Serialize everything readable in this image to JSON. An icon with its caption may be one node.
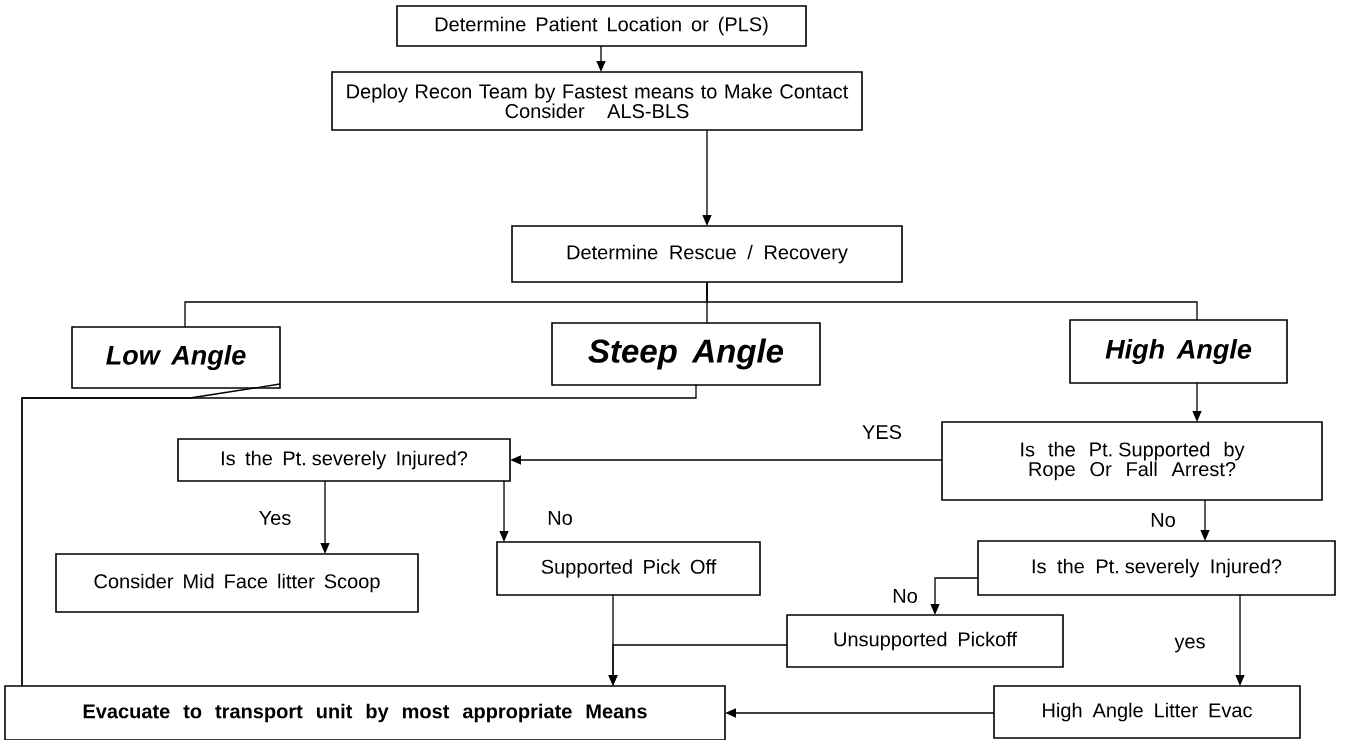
{
  "diagram": {
    "nodes": [
      {
        "text": [
          "Determine Patient Location or (PLS)"
        ]
      },
      {
        "text": [
          "Deploy Recon Team by Fastest means to Make Contact",
          "Consider ALS-BLS"
        ]
      },
      {
        "text": [
          "Determine Rescue / Recovery"
        ]
      },
      {
        "text": [
          "Low Angle"
        ]
      },
      {
        "text": [
          "Steep Angle"
        ]
      },
      {
        "text": [
          "High Angle"
        ]
      },
      {
        "text": [
          "Is the Pt. severely Injured?"
        ]
      },
      {
        "text": [
          "Is the Pt. Supported by Rope Or Fall Arrest?"
        ]
      },
      {
        "text": [
          "Consider Mid Face litter Scoop"
        ]
      },
      {
        "text": [
          "Supported Pick Off"
        ]
      },
      {
        "text": [
          "Is the Pt. severely Injured?"
        ]
      },
      {
        "text": [
          "Unsupported Pickoff"
        ]
      },
      {
        "text": [
          "Evacuate to transport unit by most appropriate Means"
        ]
      },
      {
        "text": [
          "High Angle Litter Evac"
        ]
      }
    ],
    "edges": [
      {
        "from": 0,
        "to": 1,
        "arrow": "to"
      },
      {
        "from": 1,
        "to": 2,
        "arrow": "to"
      },
      {
        "from": 2,
        "to": 3,
        "arrow": "none"
      },
      {
        "from": 2,
        "to": 4,
        "arrow": "none"
      },
      {
        "from": 2,
        "to": 5,
        "arrow": "none"
      },
      {
        "from": 3,
        "to": 12,
        "arrow": "none"
      },
      {
        "from": 4,
        "to": 12,
        "arrow": "none"
      },
      {
        "from": 5,
        "to": 7,
        "arrow": "to"
      },
      {
        "from": 7,
        "to": 6,
        "arrow": "to",
        "label": "YES"
      },
      {
        "from": 6,
        "to": 8,
        "arrow": "to",
        "label": "Yes"
      },
      {
        "from": 6,
        "to": 9,
        "arrow": "to",
        "label": "No"
      },
      {
        "from": 7,
        "to": 10,
        "arrow": "to",
        "label": "No"
      },
      {
        "from": 10,
        "to": 11,
        "arrow": "to",
        "label": "No"
      },
      {
        "from": 10,
        "to": 13,
        "arrow": "to",
        "label": "yes"
      },
      {
        "from": 9,
        "to": 12,
        "arrow": "to"
      },
      {
        "from": 11,
        "to": 12,
        "arrow": "to"
      },
      {
        "from": 13,
        "to": 12,
        "arrow": "to"
      }
    ]
  }
}
